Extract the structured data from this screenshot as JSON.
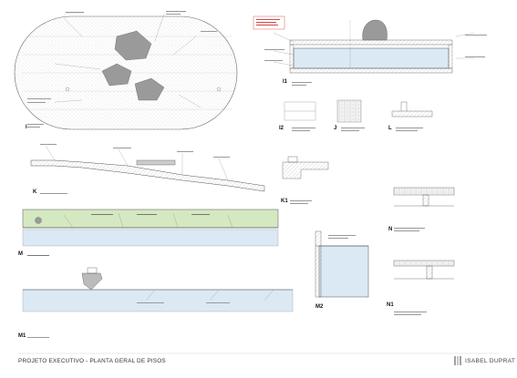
{
  "sheet": {
    "title": "PROJETO EXECUTIVO - PLANTA GERAL DE PISOS",
    "brand": "ISABEL DUPRAT"
  },
  "details": [
    {
      "id": "I",
      "label": "I"
    },
    {
      "id": "I1",
      "label": "I1"
    },
    {
      "id": "I2",
      "label": "I2"
    },
    {
      "id": "J",
      "label": "J"
    },
    {
      "id": "L",
      "label": "L"
    },
    {
      "id": "K",
      "label": "K"
    },
    {
      "id": "K1",
      "label": "K1"
    },
    {
      "id": "M",
      "label": "M"
    },
    {
      "id": "M1",
      "label": "M1"
    },
    {
      "id": "M2",
      "label": "M2"
    },
    {
      "id": "N",
      "label": "N"
    },
    {
      "id": "N1",
      "label": "N1"
    }
  ],
  "colors": {
    "line": "#555555",
    "hatch": "#999999",
    "rock": "#9a9a9a",
    "water": "#dbe9f5",
    "lawn": "#d4e8c2",
    "note_red": "#cc3333"
  }
}
